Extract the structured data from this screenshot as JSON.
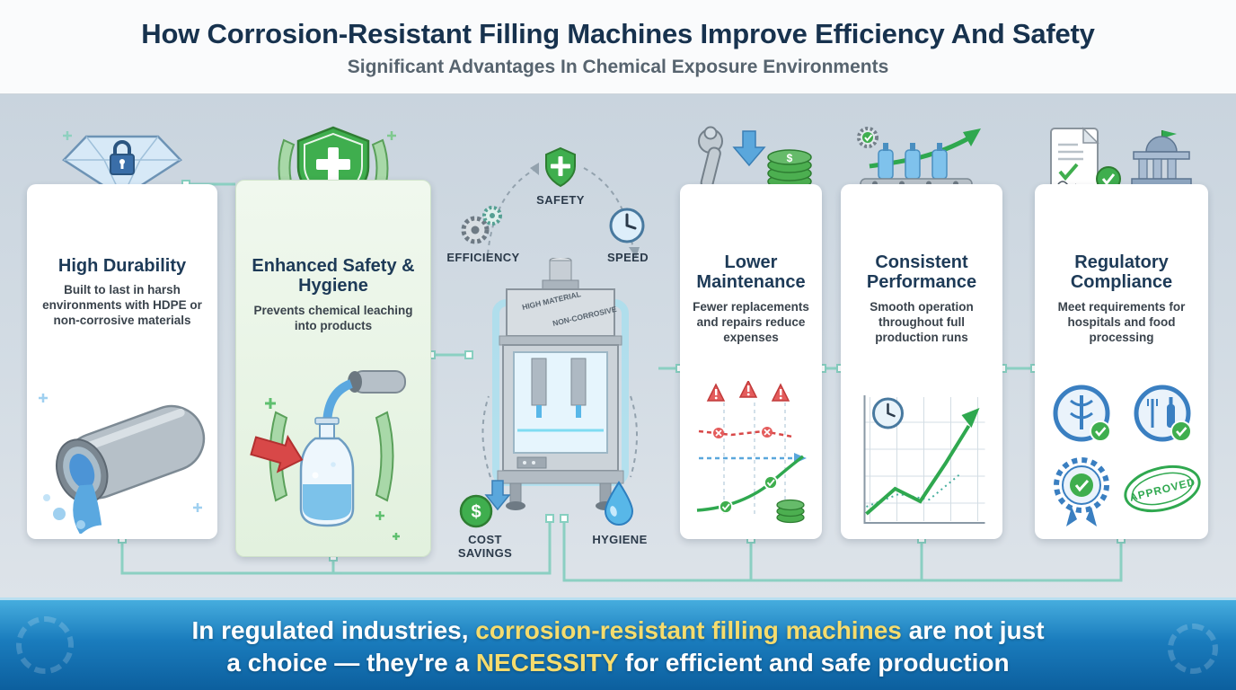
{
  "header": {
    "title": "How Corrosion-Resistant Filling Machines Improve Efficiency And Safety",
    "subtitle": "Significant Advantages In Chemical Exposure Environments"
  },
  "cards": {
    "durability": {
      "title": "High Durability",
      "desc": "Built to last in harsh environments with HDPE or non-corrosive materials"
    },
    "safety": {
      "title": "Enhanced Safety & Hygiene",
      "desc": "Prevents chemical leaching into products"
    },
    "maintenance": {
      "title": "Lower Maintenance",
      "desc": "Fewer replacements and repairs reduce expenses"
    },
    "performance": {
      "title": "Consistent Performance",
      "desc": "Smooth operation throughout full production runs"
    },
    "compliance": {
      "title": "Regulatory Compliance",
      "desc": "Meet requirements for hospitals and food processing"
    }
  },
  "hub": {
    "labels": {
      "safety": "SAFETY",
      "efficiency": "EFFICIENCY",
      "speed": "SPEED",
      "cost_savings": "COST SAVINGS",
      "hygiene": "HYGIENE"
    },
    "machine_text_1": "HIGH MATERIAL",
    "machine_text_2": "NON-CORROSIVE"
  },
  "compliance_badges": {
    "approved_stamp": "APPROVED"
  },
  "glyphs": {
    "dollar": "$"
  },
  "footer": {
    "seg1": "In regulated industries, ",
    "seg2": "corrosion-resistant filling machines",
    "seg3": " are not just",
    "seg4": "a choice — they're a ",
    "seg5": "NECESSITY",
    "seg6": " for efficient and safe production"
  },
  "colors": {
    "brand_navy": "#17324e",
    "accent_teal": "#87cfc0",
    "green": "#3fae4e",
    "blue": "#3a7fc1",
    "red": "#d84848",
    "highlight_yellow": "#f6dc6d"
  }
}
